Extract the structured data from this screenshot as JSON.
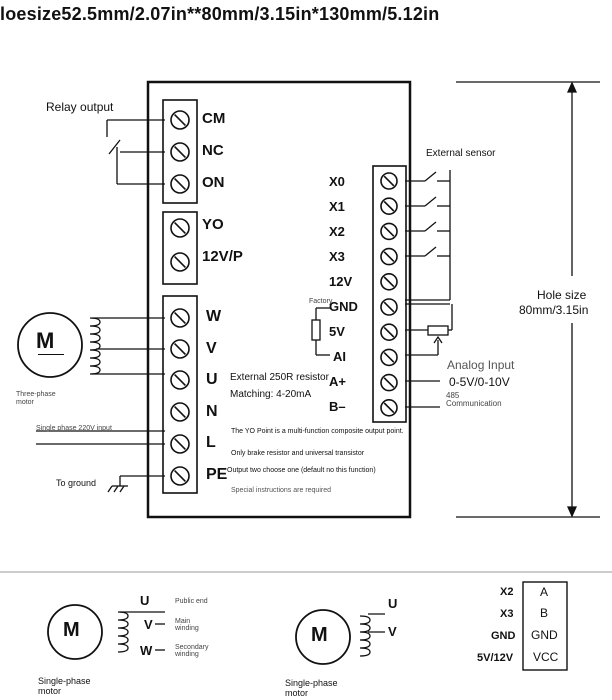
{
  "title": "loesize52.5mm/2.07in**80mm/3.15in*130mm/5.12in",
  "relay_output": "Relay output",
  "left_terminals_top": [
    "CM",
    "NC",
    "ON"
  ],
  "left_terminals_mid": [
    "YO",
    "12V/P"
  ],
  "left_terminals_bottom": [
    "W",
    "V",
    "U",
    "N",
    "L",
    "PE"
  ],
  "right_terminals": [
    "X0",
    "X1",
    "X2",
    "X3",
    "12V",
    "GND",
    "5V",
    "AI",
    "A+",
    "B–"
  ],
  "external_sensor": "External sensor",
  "hole_size": "Hole size",
  "hole_size_value": "80mm/3.15in",
  "factory": "Factory",
  "analog_input": "Analog Input",
  "analog_range": "0-5V/0-10V",
  "comm_485": "485 Communication",
  "external_resistor": "External 250R resistor",
  "matching": "Matching: 4-20mA",
  "yo_note": "The YO Point is a multi-function composite output point.",
  "brake_note": "Only brake resistor and universal transistor",
  "output_note": "Output two choose one (default no this function)",
  "special_note": "Special instructions are required",
  "three_phase_motor": "Three-phase motor",
  "single_phase_input": "Single phase 220V input",
  "to_ground": "To ground",
  "motor_symbol": "M",
  "sp_motor_1": {
    "terminals": [
      "U",
      "V",
      "W"
    ],
    "notes": [
      "Public end",
      "Main winding",
      "Secondary winding"
    ],
    "label": "Single-phase motor"
  },
  "sp_motor_2": {
    "terminals": [
      "U",
      "V"
    ],
    "label": "Single-phase motor"
  },
  "comm_table": {
    "left": [
      "X2",
      "X3",
      "GND",
      "5V/12V"
    ],
    "right": [
      "A",
      "B",
      "GND",
      "VCC"
    ]
  }
}
